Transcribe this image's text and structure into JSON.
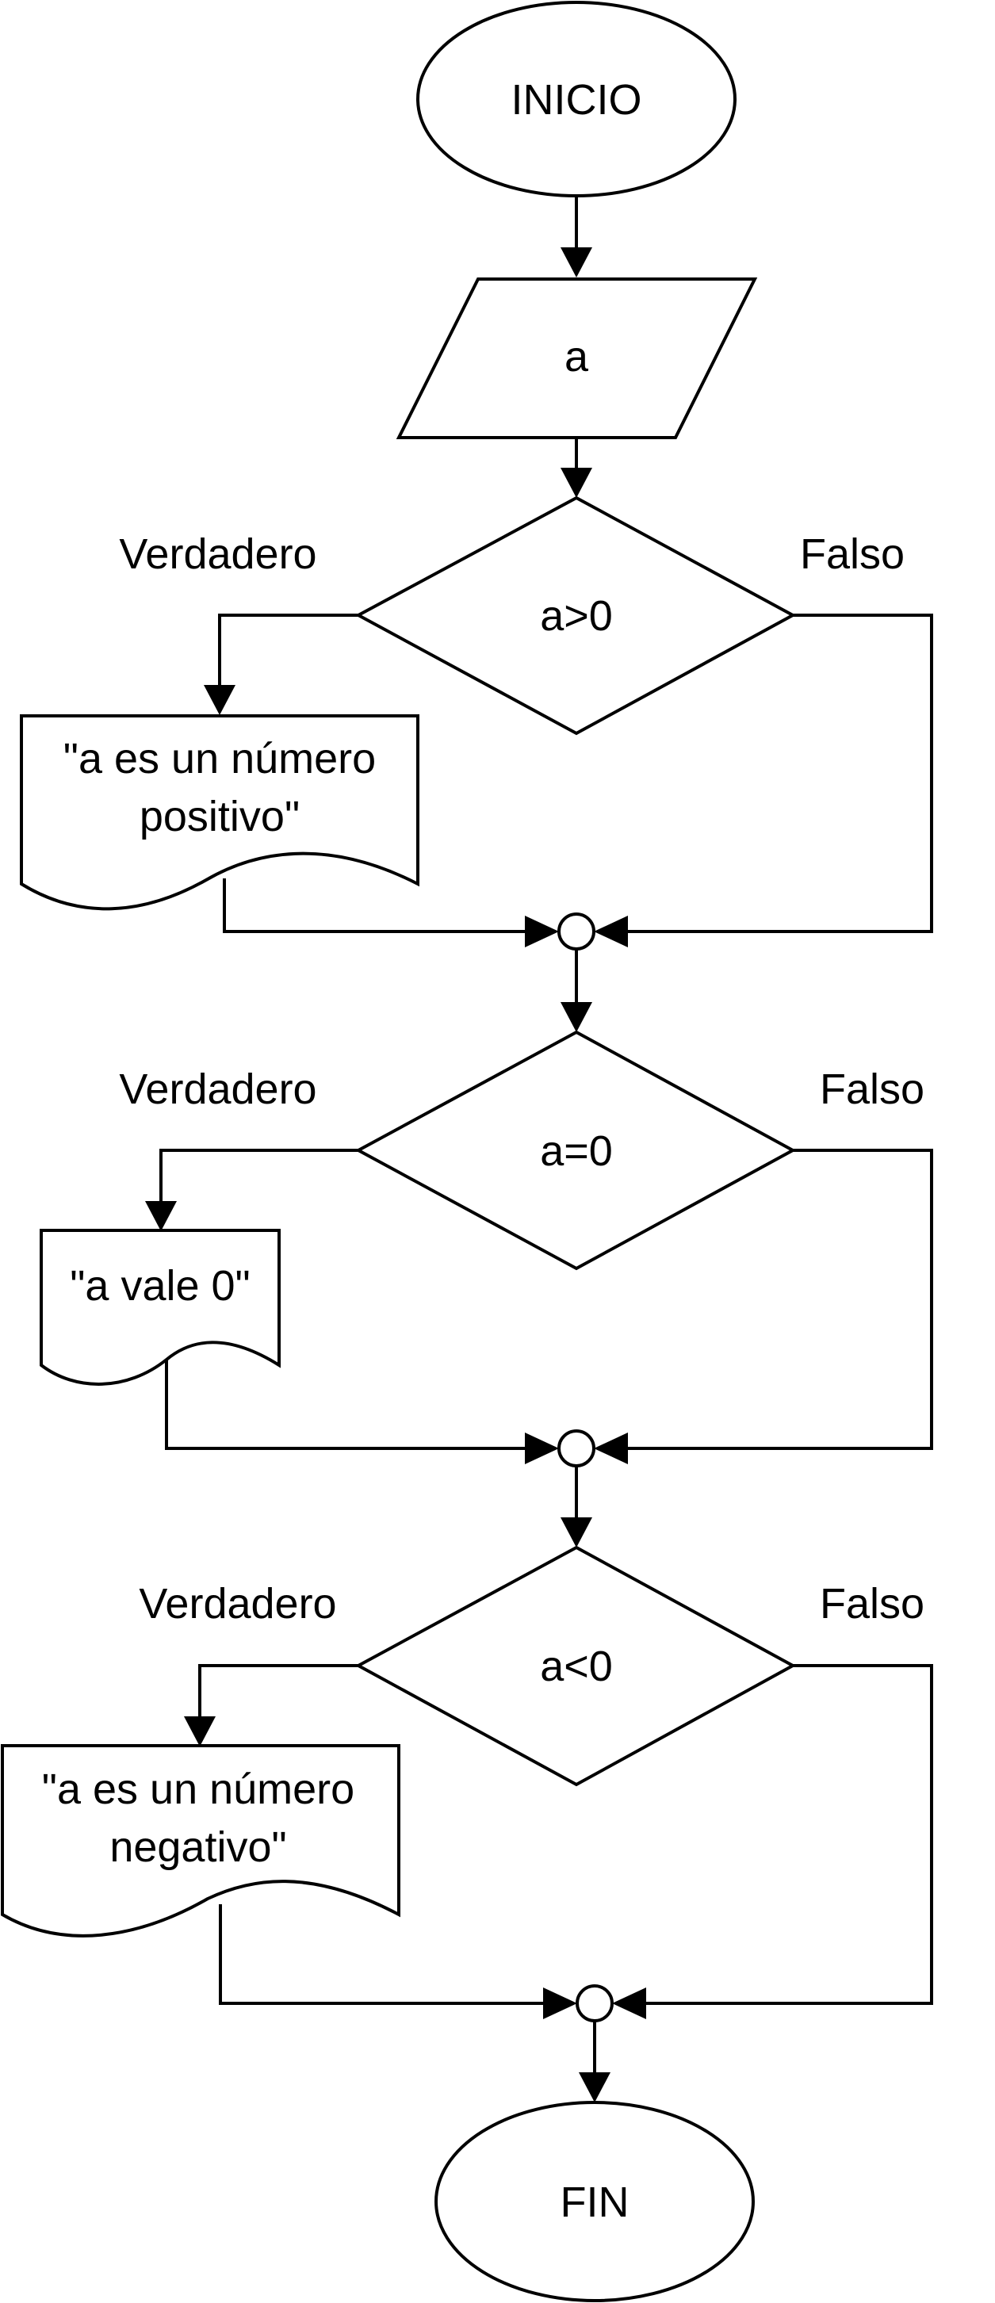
{
  "nodes": {
    "start": "INICIO",
    "input": "a",
    "cond1": "a>0",
    "out1_line1": "\"a es un número",
    "out1_line2": "positivo\"",
    "cond2": "a=0",
    "out2": "\"a vale 0\"",
    "cond3": "a<0",
    "out3_line1": "\"a es un número",
    "out3_line2": "negativo\"",
    "end": "FIN"
  },
  "branches": {
    "true_label": "Verdadero",
    "false_label": "Falso"
  },
  "colors": {
    "stroke": "#000000",
    "fill": "#ffffff"
  }
}
